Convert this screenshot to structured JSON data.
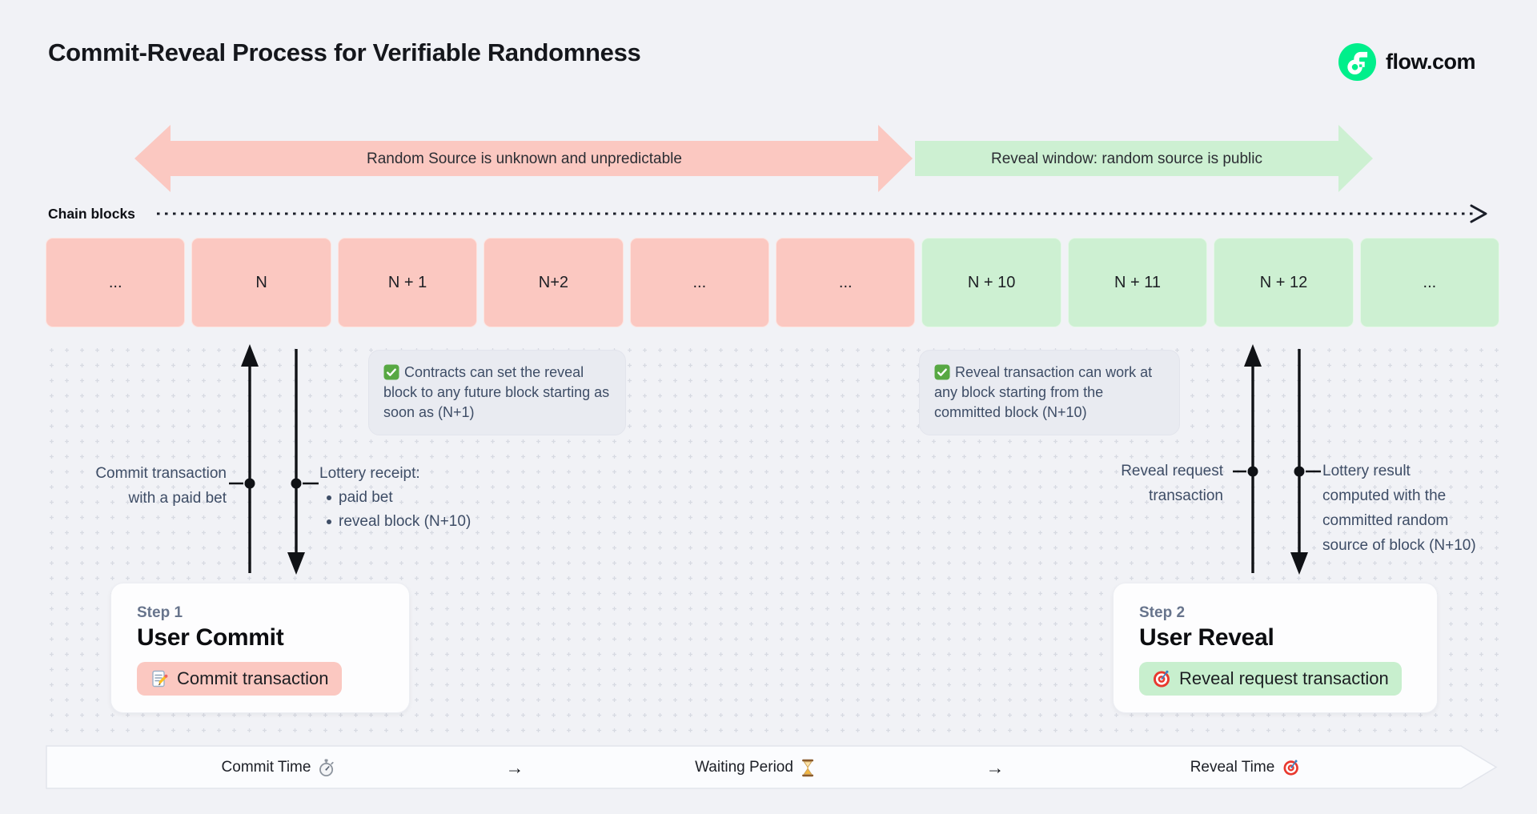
{
  "header": {
    "title": "Commit-Reveal Process for Verifiable Randomness",
    "brand": "flow.com"
  },
  "banners": {
    "commit": "Random Source is unknown and unpredictable",
    "reveal": "Reveal window: random source is public"
  },
  "chain_label": "Chain blocks",
  "blocks": [
    "...",
    "N",
    "N + 1",
    "N+2",
    "...",
    "...",
    "N + 10",
    "N + 11",
    "N + 12",
    "..."
  ],
  "notes": {
    "commit": "Contracts can set the reveal block to any future block starting as soon as (N+1)",
    "reveal": "Reveal transaction can work at any block starting from the committed block (N+10)"
  },
  "labels": {
    "commit_tx": [
      "Commit transaction",
      "with a paid bet"
    ],
    "lottery_receipt_title": "Lottery receipt:",
    "lottery_receipt_bullets": [
      "paid bet",
      "reveal block (N+10)"
    ],
    "reveal_request": [
      "Reveal request",
      "transaction"
    ],
    "lottery_result": [
      "Lottery result",
      "computed with the",
      "committed random",
      "source of block (N+10)"
    ]
  },
  "steps": {
    "step1": {
      "eyebrow": "Step 1",
      "title": "User Commit",
      "pill_label": "Commit transaction",
      "pill_icon": "memo-icon"
    },
    "step2": {
      "eyebrow": "Step 2",
      "title": "User Reveal",
      "pill_label": "Reveal request transaction",
      "pill_icon": "target-icon"
    }
  },
  "timeline": {
    "commit": "Commit Time",
    "arrow1": "→",
    "waiting": "Waiting Period",
    "arrow2": "→",
    "reveal": "Reveal Time",
    "icons": {
      "commit": "stopwatch-icon",
      "waiting": "hourglass-icon",
      "reveal": "target-icon"
    }
  },
  "icons": {
    "brand": "flow-logo-icon",
    "notes": "check-icon",
    "chain": "dotted-arrow-right-icon"
  },
  "colors": {
    "background": "#f1f2f6",
    "commit_phase": "#fbc8c1",
    "reveal_phase": "#cdf0d2",
    "note_background": "#e9ebf1",
    "card_background": "#fdfdfe",
    "flow_green": "#00ef8b",
    "text_dark": "#15171c",
    "text_slate": "#3e4d66",
    "check_green": "#57a843"
  }
}
